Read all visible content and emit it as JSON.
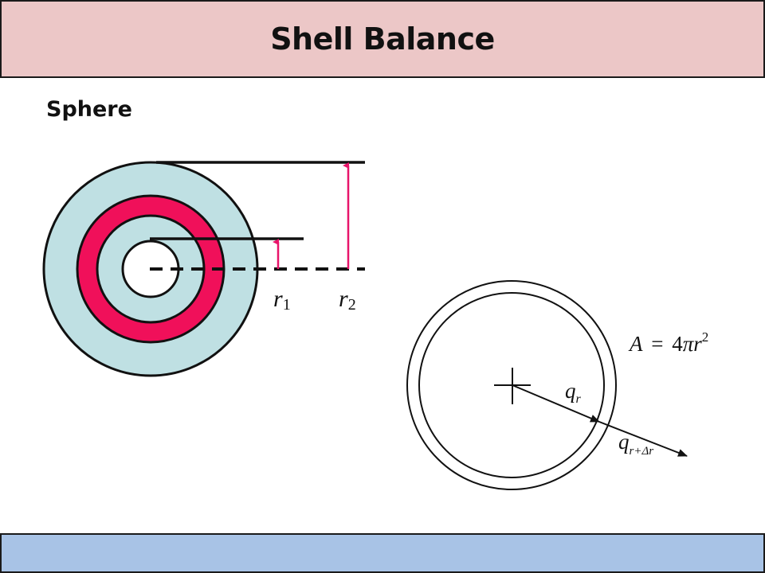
{
  "slide": {
    "title": "Shell Balance",
    "subtitle": "Sphere"
  },
  "colors": {
    "title_bg": "#ecc7c7",
    "footer_bg": "#a8c3e6",
    "outer_ring": "#bfe0e3",
    "highlight_shell": "#f0105a",
    "arrow": "#e8146a"
  },
  "left_diagram": {
    "label_r1": "r",
    "label_r1_sub": "1",
    "label_r2": "r",
    "label_r2_sub": "2"
  },
  "right_diagram": {
    "area_lhs": "A",
    "area_eq": "=",
    "area_coef": "4",
    "area_pi": "π",
    "area_r": "r",
    "area_exp": "2",
    "q_inner": "q",
    "q_inner_sub": "r",
    "q_outer": "q",
    "q_outer_sub": "r+Δr"
  }
}
